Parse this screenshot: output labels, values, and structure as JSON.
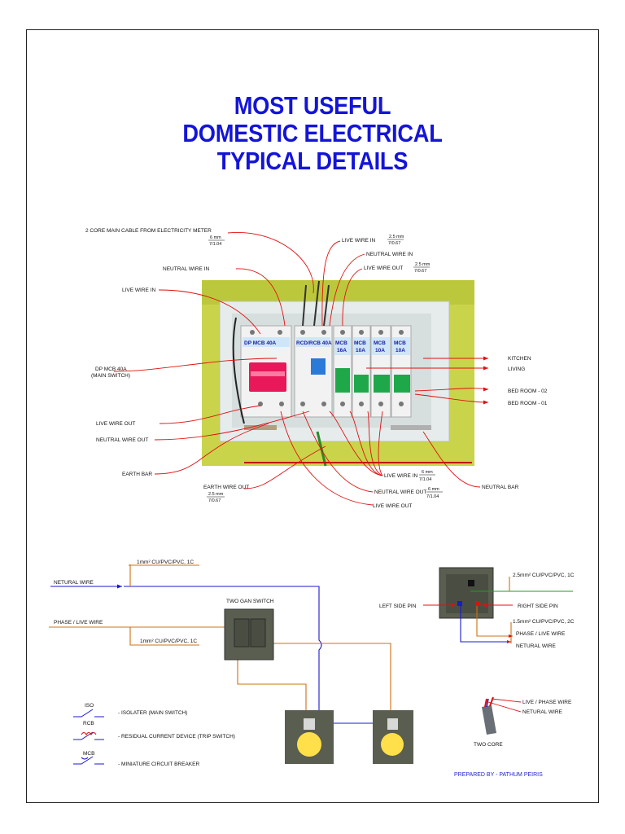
{
  "title": {
    "line1": "MOST USEFUL",
    "line2": "DOMESTIC ELECTRICAL",
    "line3": "TYPICAL DETAILS"
  },
  "board_labels": {
    "main_cable": "2 CORE MAIN CABLE FROM ELECTRICITY METER",
    "main_cable_size_top": "6 mm",
    "main_cable_size_bottom": "7/1.04",
    "neutral_in": "NEUTRAL WIRE IN",
    "live_in": "LIVE WIRE IN",
    "dp_mcb": "DP MCB 40A",
    "dp_mcb_sub": "(MAIN SWITCH)",
    "live_out_left": "LIVE WIRE OUT",
    "neutral_out_left": "NEUTRAL WIRE OUT",
    "earth_bar": "EARTH BAR",
    "earth_out": "EARTH WIRE OUT",
    "earth_out_size_top": "2.5 mm",
    "earth_out_size_bottom": "7/0.67",
    "live_in_right": "LIVE WIRE IN",
    "live_in_right_size_top": "2.5 mm",
    "live_in_right_size_bottom": "7/0.67",
    "neutral_in_right": "NEUTRAL WIRE IN",
    "live_out_right": "LIVE WIRE OUT",
    "live_out_right_size_top": "2.5 mm",
    "live_out_right_size_bottom": "7/0.67",
    "kitchen": "KITCHEN",
    "living": "LIVING",
    "bed2": "BED ROOM - 02",
    "bed1": "BED ROOM - 01",
    "neutral_bar": "NEUTRAL BAR",
    "live_in_bottom": "LIVE WIRE IN",
    "live_in_bottom_size_top": "6 mm",
    "live_in_bottom_size_bottom": "7/1.04",
    "neutral_out_bottom": "NEUTRAL WIRE OUT",
    "neutral_out_bottom_size_top": "6 mm",
    "neutral_out_bottom_size_bottom": "7/1.04",
    "live_out_bottom": "LIVE WIRE OUT"
  },
  "modules": {
    "dp": "DP MCB 40A",
    "rcd": "RCD/RCB 40A",
    "mcb1_a": "MCB",
    "mcb1_b": "16A",
    "mcb2_a": "MCB",
    "mcb2_b": "10A",
    "mcb3_a": "MCB",
    "mcb3_b": "10A",
    "mcb4_a": "MCB",
    "mcb4_b": "10A"
  },
  "wiring": {
    "cable1": "1mm² CU/PVC/PVC, 1C",
    "neutral": "NETURAL WIRE",
    "switch": "TWO GAN SWITCH",
    "phase": "PHASE / LIVE WIRE",
    "cable2": "1mm² CU/PVC/PVC, 1C"
  },
  "socket": {
    "cable_top": "2.5mm² CU/PVC/PVC, 1C",
    "left_pin": "LEFT SIDE PIN",
    "right_pin": "RIGHT SIDE PIN",
    "cable_bottom": "1.5mm² CU/PVC/PVC, 2C",
    "phase": "PHASE / LIVE WIRE",
    "neutral": "NETURAL WIRE"
  },
  "legend": {
    "iso_sym": "ISO",
    "iso_text": "-  ISOLATER (MAIN SWITCH)",
    "rcb_sym": "RCB",
    "rcb_text": "-  RESIDUAL CURRENT DEVICE (TRIP SWITCH)",
    "mcb_sym": "MCB",
    "mcb_text": "-  MINIATURE CIRCUIT BREAKER"
  },
  "two_core": {
    "live": "LIVE / PHASE WIRE",
    "neutral": "NETURAL WIRE",
    "caption": "TWO CORE"
  },
  "prepared_by": "PREPARED BY - PATHUM PEIRIS",
  "colors": {
    "title": "#1414d8",
    "red": "#e01010",
    "blue": "#1a1ad0",
    "orange": "#d07010",
    "green": "#1aa01a"
  }
}
